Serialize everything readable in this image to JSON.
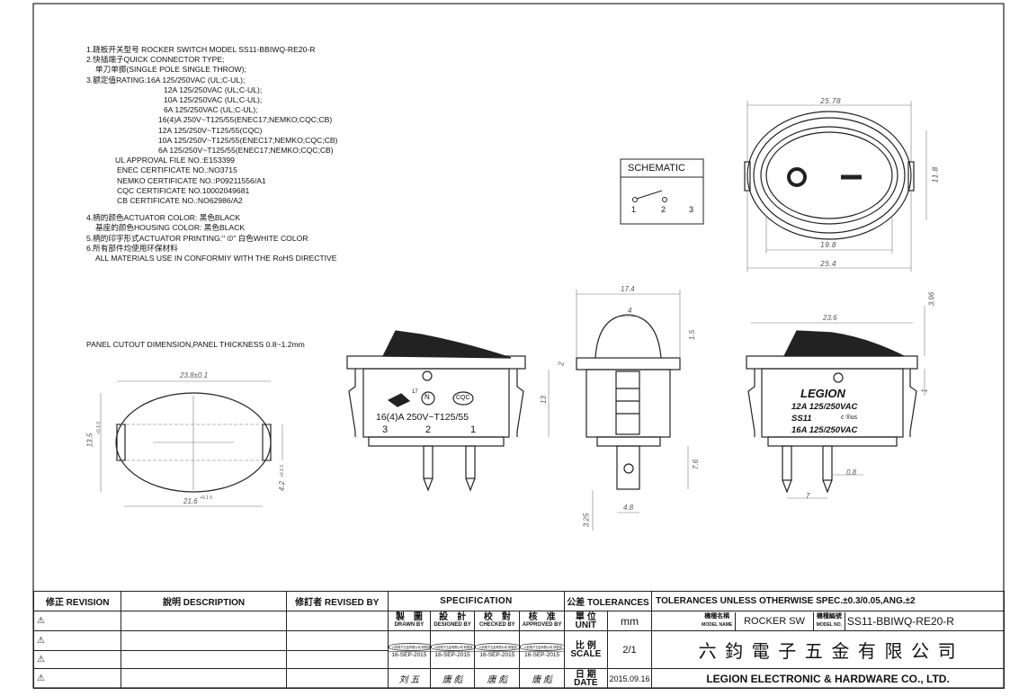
{
  "notes": {
    "line1": "1.跷板开关型号 ROCKER SWITCH MODEL  SS11-BBIWQ-RE20-R",
    "line2": "2.快插端子QUICK CONNECTOR TYPE;",
    "line3": "单刀单掷(SINGLE POLE SINGLE THROW);",
    "line4": "3.额定值RATING:16A 125/250VAC (UL;C-UL);",
    "line5": "12A 125/250VAC (UL;C-UL);",
    "line6": "10A 125/250VAC (UL;C-UL);",
    "line7": "6A  125/250VAC (UL;C-UL);",
    "line8": "16(4)A 250V~T125/55(ENEC17;NEMKO;CQC;CB)",
    "line9": "12A 125/250V~T125/55(CQC)",
    "line10": "10A 125/250V~T125/55(ENEC17;NEMKO;CQC;CB)",
    "line11": "6A  125/250V~T125/55(ENEC17;NEMKO;CQC;CB)",
    "line12": "UL APPROVAL FILE NO.:E153399",
    "line13": "ENEC CERTIFICATE NO.:NO3715",
    "line14": "NEMKO CERTIFICATE NO.:P09211556/A1",
    "line15": "CQC CERTIFICATE NO.10002049681",
    "line16": "CB CERTIFICATE NO.:NO62986/A2",
    "line17": "4.柄的颜色ACTUATOR COLOR: 黑色BLACK",
    "line18": "基座的颜色HOUSING COLOR: 黑色BLACK",
    "line19": "5.柄的印字形式ACTUATOR PRINTING:\" ⏼\" 白色WHITE COLOR",
    "line20": "6.所有部件均使用环保材料",
    "line21": "ALL MATERIALS USE IN CONFORMIY  WITH THE RoHS DIRECTIVE",
    "panel_cutout": "PANEL CUTOUT DIMENSION,PANEL THICKNESS 0.8~1.2mm"
  },
  "schematic": {
    "title": "SCHEMATIC",
    "t1": "1",
    "t2": "2",
    "t3": "3"
  },
  "front": {
    "marking": "16(4)A 250V~T125/55",
    "term1": "3",
    "term2": "2",
    "term3": "1",
    "cert_n": "N",
    "cert_cqc": "CQC",
    "cert_ce17": "17"
  },
  "back": {
    "brand": "LEGION",
    "l1": "12A  125/250VAC",
    "l2": "SS11",
    "l2b": "c ®us",
    "l3": "16A  125/250VAC"
  },
  "dims": {
    "top_width": "25.78",
    "top_height": "11.8",
    "top_inner": "19.8",
    "top_outer": "25.4",
    "side_width": "17.4",
    "side_knob": "4",
    "side_knob_h": "1.5",
    "side_flange": "2",
    "side_body_h": "13",
    "side_tab_w": "4.8",
    "side_tab_h": "7.6",
    "side_tab_d": "3.25",
    "back_width": "23.6",
    "back_h": "3.96",
    "back_t": "1",
    "back_pin": "0.8",
    "back_pitch": "7",
    "cut_width": "23.8±0.1",
    "cut_height": "13.5",
    "cut_h_tol": "+0.1 0",
    "cut_inner": "21.6",
    "cut_in_tol": "+0.1 0",
    "cut_side": "4.2",
    "cut_side_tol": "+0.1 0"
  },
  "title_block": {
    "rev_header": "修正 REVISION",
    "desc_header": "說明 DESCRIPTION",
    "revby_header": "修訂者 REVISED BY",
    "spec_header": "SPECIFICATION",
    "tol_header": "公差 TOLERANCES",
    "tol_text": "TOLERANCES UNLESS OTHERWISE SPEC.±0.3/0.05,ANG.±2",
    "drawn_cn": "製　圖",
    "drawn_en": "DRAWN BY",
    "designed_cn": "設　計",
    "designed_en": "DESIGNED BY",
    "checked_cn": "校　對",
    "checked_en": "CHECKED BY",
    "approved_cn": "核　准",
    "approved_en": "APPROVED BY",
    "stamp": "六鈞電子五金有限公司 研發部",
    "sign_date": "16-SEP-2015",
    "drawn_name": "刘 五",
    "designed_name": "唐 彪",
    "checked_name": "唐 彪",
    "approved_name": "唐 彪",
    "unit_cn": "單 位",
    "unit_en": "UNIT",
    "unit_val": "mm",
    "scale_cn": "比 例",
    "scale_en": "SCALE",
    "scale_val": "2/1",
    "date_cn": "日 期",
    "date_en": "DATE",
    "date_val": "2015.09.16",
    "model_name_cn": "機種名稱",
    "model_name_en": "MODEL NAME",
    "model_name_val": "ROCKER SW",
    "model_no_cn": "機種編號",
    "model_no_en": "MODEL NO.",
    "model_no_val": "SS11-BBIWQ-RE20-R",
    "company_cn": "六 鈞 電 子 五 金 有 限 公 司",
    "company_en": "LEGION ELECTRONIC & HARDWARE CO., LTD.",
    "rev_mark": "⚠"
  }
}
